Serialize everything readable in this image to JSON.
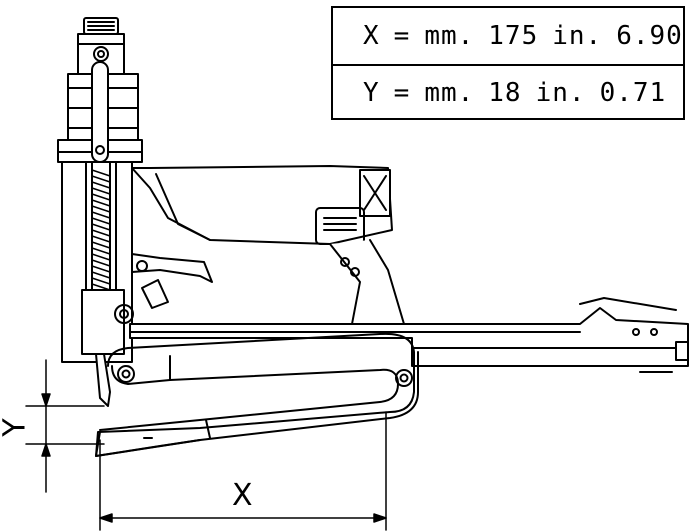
{
  "dimensions": {
    "x": {
      "axis": "X",
      "eq": "=",
      "unit_mm": "mm.",
      "mm": "175",
      "unit_in": "in.",
      "inch": "6.90"
    },
    "y": {
      "axis": "Y",
      "eq": "=",
      "unit_mm": "mm.",
      "mm": "18",
      "unit_in": "in.",
      "inch": "0.71"
    }
  },
  "labels": {
    "x_dim": "X",
    "y_dim": "Y"
  }
}
